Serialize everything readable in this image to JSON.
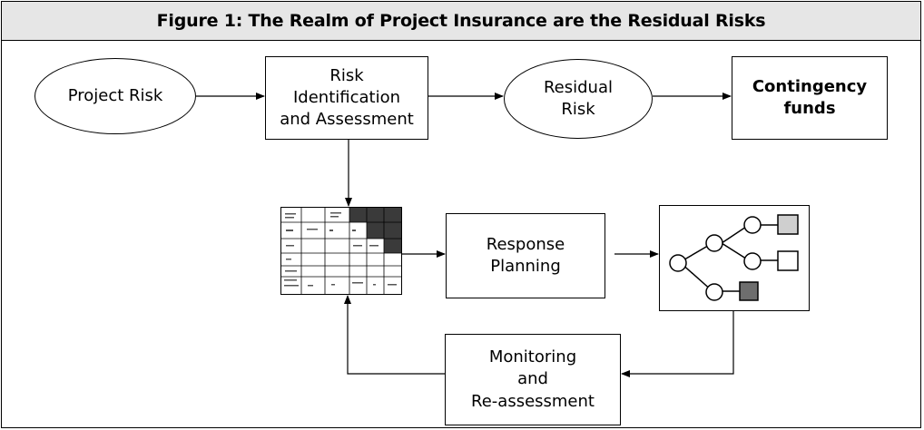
{
  "figure": {
    "title": "Figure 1: The Realm of Project Insurance are the Residual Risks"
  },
  "nodes": {
    "project_risk": {
      "label": "Project Risk"
    },
    "risk_identification": {
      "lines": [
        "Risk",
        "Identification",
        "and Assessment"
      ]
    },
    "residual_risk": {
      "lines": [
        "Residual",
        "Risk"
      ]
    },
    "contingency_funds": {
      "lines": [
        "Contingency",
        "funds"
      ]
    },
    "response_planning": {
      "lines": [
        "Response",
        "Planning"
      ]
    },
    "monitoring": {
      "lines": [
        "Monitoring",
        "and",
        "Re-assessment"
      ]
    }
  },
  "icons": {
    "risk_matrix": "risk-matrix-icon",
    "decision_tree": "decision-tree-icon"
  },
  "colors": {
    "title_background": "#e6e6e6",
    "matrix_dark_cell": "#3a3a3a",
    "tree_leaf_light": "#cfcfcf",
    "tree_leaf_dark": "#6e6e6e"
  }
}
